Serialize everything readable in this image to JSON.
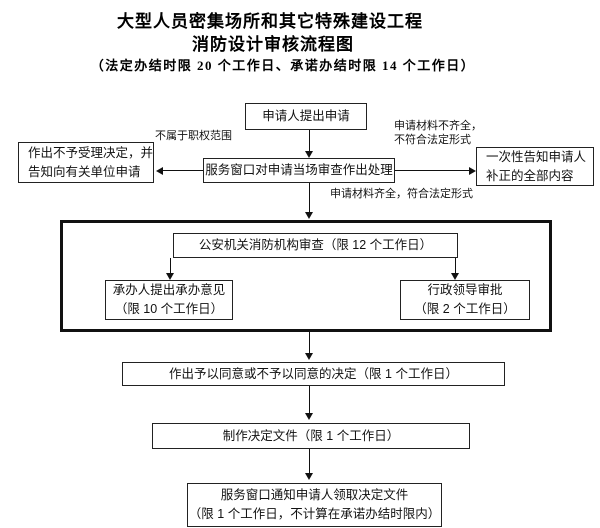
{
  "title": {
    "line1": "大型人员密集场所和其它特殊建设工程",
    "line2": "消防设计审核流程图",
    "subtitle": "（法定办结时限 20 个工作日、承诺办结时限 14 个工作日）"
  },
  "labels": {
    "out_of_scope": "不属于职权范围",
    "incomplete_line1": "申请材料不齐全，",
    "incomplete_line2": "不符合法定形式",
    "complete": "申请材料齐全，符合法定形式"
  },
  "nodes": {
    "apply": {
      "text": "申请人提出申请"
    },
    "window": {
      "text": "服务窗口对申请当场审查作出处理"
    },
    "reject": {
      "line1": "作出不予受理决定，并",
      "line2": "告知向有关单位申请"
    },
    "notify": {
      "line1": "一次性告知申请人",
      "line2": "补正的全部内容"
    },
    "review": {
      "text": "公安机关消防机构审查（限 12 个工作日）"
    },
    "handler": {
      "line1": "承办人提出承办意见",
      "line2": "（限 10 个工作日）"
    },
    "leader": {
      "line1": "行政领导审批",
      "line2": "（限 2 个工作日）"
    },
    "decision": {
      "text": "作出予以同意或不予以同意的决定（限 1 个工作日）"
    },
    "document": {
      "text": "制作决定文件（限 1 个工作日）"
    },
    "final": {
      "line1": "服务窗口通知申请人领取决定文件",
      "line2": "（限 1 个工作日，不计算在承诺办结时限内）"
    }
  },
  "colors": {
    "ink": "#111111",
    "background": "#ffffff"
  }
}
